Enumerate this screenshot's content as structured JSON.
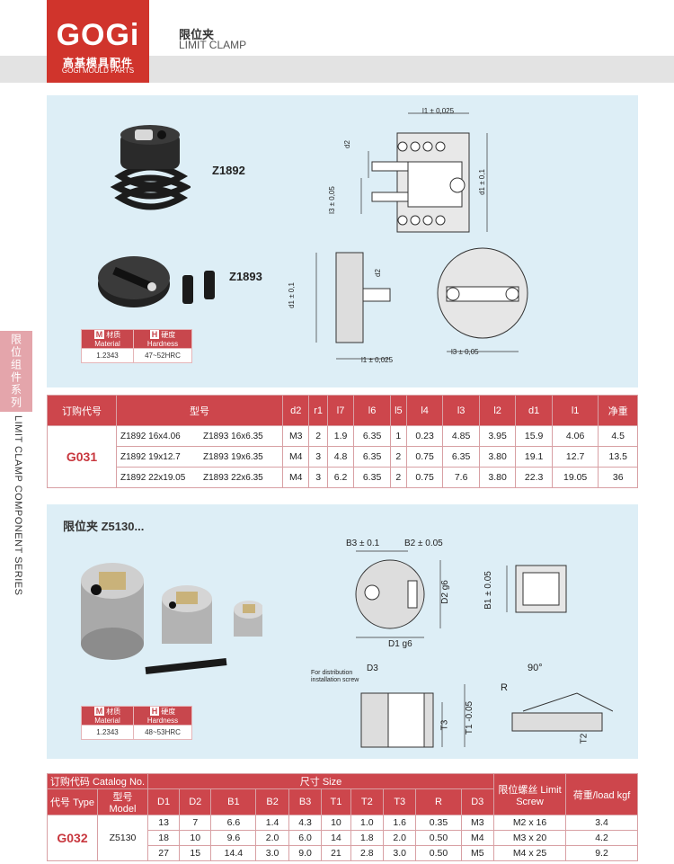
{
  "header": {
    "logo": "GOGi",
    "logo_cn": "高基模具配件",
    "logo_en": "GOGI MOULD PARTS",
    "title_cn": "限位夹",
    "title_en": "LIMIT CLAMP"
  },
  "side": {
    "tab_cn": "限位组件系列",
    "tab_en": "LIMIT CLAMP COMPONENT SERIES"
  },
  "section1": {
    "label_a": "Z1892",
    "label_b": "Z1893",
    "dims": [
      "l1 ± 0,025",
      "d2",
      "l3 ± 0,05",
      "d1 ± 0,1",
      "d1 ± 0,1",
      "d2",
      "l1 ± 0,025",
      "l3 ± 0,05"
    ],
    "material": {
      "m_mark": "M",
      "m_cn": "材质",
      "m_en": "Material",
      "h_mark": "H",
      "h_cn": "硬度",
      "h_en": "Hardness",
      "m_val": "1.2343",
      "h_val": "47~52HRC"
    }
  },
  "table1": {
    "headers": [
      "订购代号",
      "型号",
      "d2",
      "r1",
      "l7",
      "l6",
      "l5",
      "l4",
      "l3",
      "l2",
      "d1",
      "l1",
      "净重"
    ],
    "code": "G031",
    "rows": [
      {
        "m1": "Z1892   16x4.06",
        "m2": "Z1893   16x6.35",
        "v": [
          "M3",
          "2",
          "1.9",
          "6.35",
          "1",
          "0.23",
          "4.85",
          "3.95",
          "15.9",
          "4.06",
          "4.5"
        ]
      },
      {
        "m1": "Z1892  19x12.7",
        "m2": "Z1893  19x6.35",
        "v": [
          "M4",
          "3",
          "4.8",
          "6.35",
          "2",
          "0.75",
          "6.35",
          "3.80",
          "19.1",
          "12.7",
          "13.5"
        ]
      },
      {
        "m1": "Z1892  22x19.05",
        "m2": "Z1893  22x6.35",
        "v": [
          "M4",
          "3",
          "6.2",
          "6.35",
          "2",
          "0.75",
          "7.6",
          "3.80",
          "22.3",
          "19.05",
          "36"
        ]
      }
    ]
  },
  "section2": {
    "title": "限位夹 Z5130...",
    "dims": [
      "B3 ± 0.1",
      "B2 ± 0.05",
      "D2 g6",
      "D1 g6",
      "B1 ± 0.05",
      "D3",
      "For distribution",
      "installation screw",
      "T3",
      "T1 -0.05",
      "90°",
      "R",
      "T2"
    ],
    "material": {
      "m_mark": "M",
      "m_cn": "材质",
      "m_en": "Material",
      "h_mark": "H",
      "h_cn": "硬度",
      "h_en": "Hardness",
      "m_val": "1.2343",
      "h_val": "48~53HRC"
    }
  },
  "table2": {
    "h_catalog": "订购代码 Catalog No.",
    "h_size": "尺寸 Size",
    "h_screw": "限位螺丝 Limit Screw",
    "h_load": "荷重/load kgf",
    "h_type": "代号 Type",
    "h_model": "型号 Model",
    "dim_headers": [
      "D1",
      "D2",
      "B1",
      "B2",
      "B3",
      "T1",
      "T2",
      "T3",
      "R",
      "D3"
    ],
    "code": "G032",
    "model": "Z5130",
    "rows": [
      {
        "v": [
          "13",
          "7",
          "6.6",
          "1.4",
          "4.3",
          "10",
          "1.0",
          "1.6",
          "0.35",
          "M3"
        ],
        "screw": "M2 x 16",
        "load": "3.4"
      },
      {
        "v": [
          "18",
          "10",
          "9.6",
          "2.0",
          "6.0",
          "14",
          "1.8",
          "2.0",
          "0.50",
          "M4"
        ],
        "screw": "M3 x 20",
        "load": "4.2"
      },
      {
        "v": [
          "27",
          "15",
          "14.4",
          "3.0",
          "9.0",
          "21",
          "2.8",
          "3.0",
          "0.50",
          "M5"
        ],
        "screw": "M4 x 25",
        "load": "9.2"
      }
    ]
  }
}
